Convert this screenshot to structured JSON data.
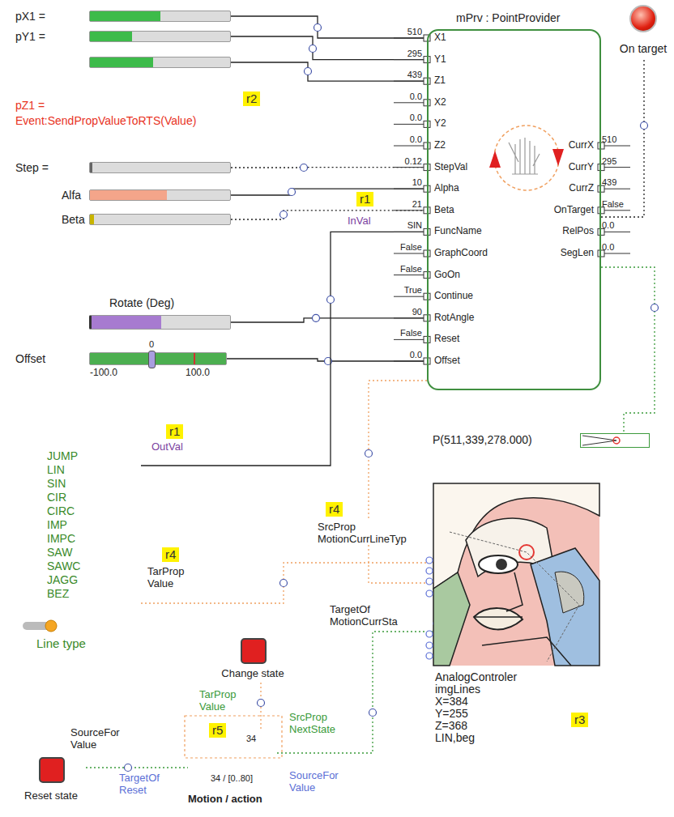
{
  "diagram": {
    "nodes": [
      {
        "text": [
          "pX1 ="
        ]
      },
      {
        "text": [
          "pY1 ="
        ]
      },
      {
        "text": [
          "pZ1 = Event:SendPropValueToRTS(Value)"
        ]
      },
      {
        "text": [
          "Step ="
        ]
      },
      {
        "text": [
          "Alfa"
        ]
      },
      {
        "text": [
          "Beta"
        ]
      },
      {
        "text": [
          "mPrv : PointProvider",
          "X1",
          "Y1",
          "Z1",
          "X2",
          "Y2",
          "Z2",
          "StepVal",
          "Alpha",
          "Beta",
          "FuncName",
          "GraphCoord",
          "GoOn",
          "Continue",
          "RotAngle",
          "Reset",
          "Offset",
          "510",
          "295",
          "439",
          "0.0",
          "0.0",
          "0.0",
          "0.12",
          "10",
          "21",
          "SIN",
          "False",
          "False",
          "True",
          "90",
          "False",
          "0.0",
          "CurrX",
          "CurrY",
          "CurrZ",
          "OnTarget",
          "RelPos",
          "SegLen",
          "510",
          "295",
          "439",
          "False",
          "0.0",
          "0.0"
        ]
      },
      {
        "text": [
          "On target"
        ]
      },
      {
        "text": [
          "Rotate (Deg)"
        ]
      },
      {
        "text": [
          "Offset",
          "0",
          "-100.0",
          "100.0"
        ]
      },
      {
        "text": [
          "P(511,339,278.000)"
        ]
      },
      {
        "text": [
          "JUMP",
          "LIN",
          "SIN",
          "CIR",
          "CIRC",
          "IMP",
          "IMPC",
          "SAW",
          "SAWC",
          "JAGG",
          "BEZ",
          "Line type"
        ]
      },
      {
        "text": [
          "AnalogControler",
          "imgLines",
          "X=384",
          "Y=255",
          "Z=368",
          "LIN,beg"
        ]
      },
      {
        "text": [
          "Change state"
        ]
      },
      {
        "text": [
          "Reset state"
        ]
      },
      {
        "text": [
          "34",
          "34 / [0..80]",
          "Motion / action"
        ]
      }
    ],
    "edges": [
      {
        "from": 0,
        "to": 6,
        "arrow": "none"
      },
      {
        "from": 1,
        "to": 6,
        "arrow": "none"
      },
      {
        "from": 2,
        "to": 6,
        "arrow": "none"
      },
      {
        "from": 3,
        "to": 6,
        "arrow": "none"
      },
      {
        "from": 4,
        "to": 6,
        "arrow": "none"
      },
      {
        "from": 5,
        "to": 6,
        "arrow": "none"
      },
      {
        "from": 8,
        "to": 6,
        "arrow": "none"
      },
      {
        "from": 9,
        "to": 6,
        "arrow": "none"
      },
      {
        "from": 11,
        "to": 6,
        "arrow": "none"
      },
      {
        "from": 6,
        "to": 7,
        "arrow": "none"
      },
      {
        "from": 6,
        "to": 10,
        "arrow": "none"
      },
      {
        "from": 6,
        "to": 12,
        "arrow": "none"
      },
      {
        "from": 11,
        "to": 12,
        "arrow": "none"
      },
      {
        "from": 15,
        "to": 12,
        "arrow": "none"
      },
      {
        "from": 13,
        "to": 15,
        "arrow": "none"
      },
      {
        "from": 14,
        "to": 15,
        "arrow": "none"
      }
    ],
    "labels": [
      "r2",
      "r1",
      "InVal",
      "r1",
      "OutVal",
      "r4",
      "SrcProp MotionCurrLineTyp",
      "r4",
      "TarProp Value",
      "TargetOf MotionCurrSta",
      "r3",
      "TarProp Value",
      "r5",
      "SrcProp NextState",
      "SourceFor Value",
      "TargetOf Reset",
      "SourceFor Value"
    ]
  }
}
